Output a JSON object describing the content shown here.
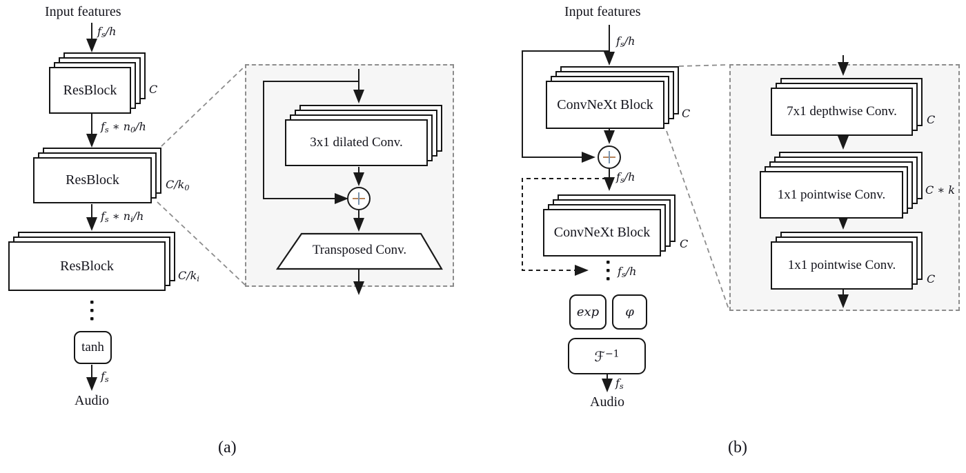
{
  "figure": {
    "caption_a": "(a)",
    "caption_b": "(b)",
    "colors": {
      "line": "#1a1a1a",
      "dashed_box_bg": "#f6f6f6",
      "dashed_border": "#8c8c8c",
      "plus_horizontal": "#b5835a",
      "plus_vertical": "#7a93ad"
    },
    "icons": {
      "plus": "+"
    }
  },
  "panel_a": {
    "input_label": "Input features",
    "resblock1_label": "ResBlock",
    "resblock2_label": "ResBlock",
    "resblock3_label": "ResBlock",
    "tanh_label": "tanh",
    "audio_label": "Audio",
    "detail": {
      "dilated_conv_label": "3x1 dilated Conv.",
      "transposed_conv_label": "Transposed Conv."
    }
  },
  "panel_b": {
    "input_label": "Input features",
    "convnext1_label": "ConvNeXt Block",
    "convnext2_label": "ConvNeXt Block",
    "audio_label": "Audio",
    "detail": {
      "depthwise_conv_label": "7x1 depthwise Conv.",
      "pointwise_conv1_label": "1x1 pointwise Conv.",
      "pointwise_conv2_label": "1x1 pointwise Conv."
    }
  },
  "math": {
    "fs_over_h": [
      [
        "i",
        "f"
      ],
      [
        "sub",
        "s"
      ],
      [
        "i",
        "/h"
      ]
    ],
    "fs_n0_over_h": [
      [
        "i",
        "f"
      ],
      [
        "sub",
        "s"
      ],
      [
        "n",
        " ∗ "
      ],
      [
        "i",
        "n"
      ],
      [
        "sub",
        "0"
      ],
      [
        "i",
        "/h"
      ]
    ],
    "fs_ni_over_h": [
      [
        "i",
        "f"
      ],
      [
        "sub",
        "s"
      ],
      [
        "n",
        " ∗ "
      ],
      [
        "i",
        "n"
      ],
      [
        "sub",
        "i"
      ],
      [
        "i",
        "/h"
      ]
    ],
    "fs": [
      [
        "i",
        "f"
      ],
      [
        "sub",
        "s"
      ]
    ],
    "C": [
      [
        "i",
        "C"
      ]
    ],
    "C_over_k0": [
      [
        "i",
        "C/k"
      ],
      [
        "sub",
        "0"
      ]
    ],
    "C_over_ki": [
      [
        "i",
        "C/k"
      ],
      [
        "sub",
        "i"
      ]
    ],
    "C_times_k": [
      [
        "i",
        "C"
      ],
      [
        "n",
        " ∗ "
      ],
      [
        "i",
        "k"
      ]
    ],
    "exp": [
      [
        "i",
        "exp"
      ]
    ],
    "phi": [
      [
        "i",
        "φ"
      ]
    ],
    "F_inverse": [
      [
        "scr",
        "ℱ"
      ],
      [
        "sup",
        "−1"
      ]
    ]
  }
}
